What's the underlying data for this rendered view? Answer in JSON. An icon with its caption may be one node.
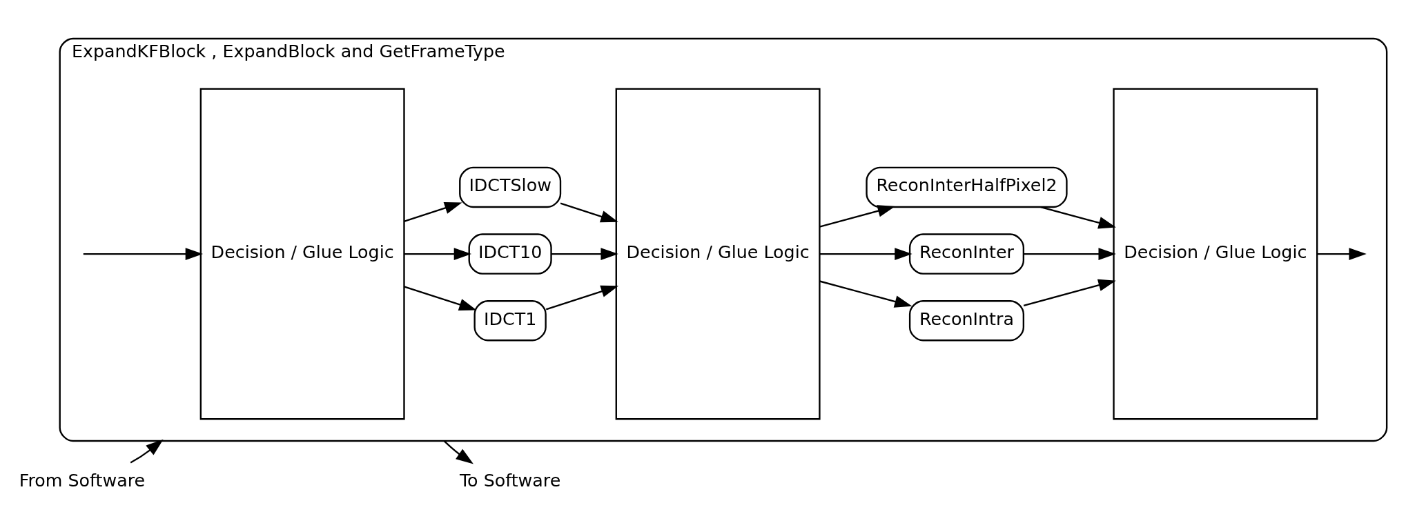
{
  "diagram": {
    "nodes": [
      {
        "text": [
          "ExpandKFBlock , ExpandBlock and GetFrameType"
        ]
      },
      {
        "text": [
          "From Software"
        ]
      },
      {
        "text": [
          "Decision / Glue Logic"
        ],
        "in": 0
      },
      {
        "text": [
          "IDCT1"
        ],
        "in": 0
      },
      {
        "text": [
          "IDCT10"
        ],
        "in": 0
      },
      {
        "text": [
          "IDCTSlow"
        ],
        "in": 0
      },
      {
        "text": [
          "Decision / Glue Logic"
        ],
        "in": 0
      },
      {
        "text": [
          "ReconIntra"
        ],
        "in": 0
      },
      {
        "text": [
          "ReconInter"
        ],
        "in": 0
      },
      {
        "text": [
          "ReconInterHalfPixel2"
        ],
        "in": 0
      },
      {
        "text": [
          "Decision / Glue Logic"
        ],
        "in": 0
      },
      {
        "text": [
          "To Software"
        ]
      }
    ],
    "edges": [
      {
        "from": 1,
        "to": 0,
        "arrow": "to"
      },
      {
        "from": null,
        "to": 2,
        "arrow": "to"
      },
      {
        "from": 2,
        "to": 3,
        "arrow": "to"
      },
      {
        "from": 2,
        "to": 4,
        "arrow": "to"
      },
      {
        "from": 2,
        "to": 5,
        "arrow": "to"
      },
      {
        "from": 3,
        "to": 6,
        "arrow": "to"
      },
      {
        "from": 4,
        "to": 6,
        "arrow": "to"
      },
      {
        "from": 5,
        "to": 6,
        "arrow": "to"
      },
      {
        "from": 6,
        "to": 7,
        "arrow": "to"
      },
      {
        "from": 6,
        "to": 8,
        "arrow": "to"
      },
      {
        "from": 6,
        "to": 9,
        "arrow": "to"
      },
      {
        "from": 7,
        "to": 10,
        "arrow": "to"
      },
      {
        "from": 8,
        "to": 10,
        "arrow": "to"
      },
      {
        "from": 9,
        "to": 10,
        "arrow": "to"
      },
      {
        "from": 10,
        "to": null,
        "arrow": "to"
      },
      {
        "from": 0,
        "to": 11,
        "arrow": "to"
      }
    ]
  }
}
